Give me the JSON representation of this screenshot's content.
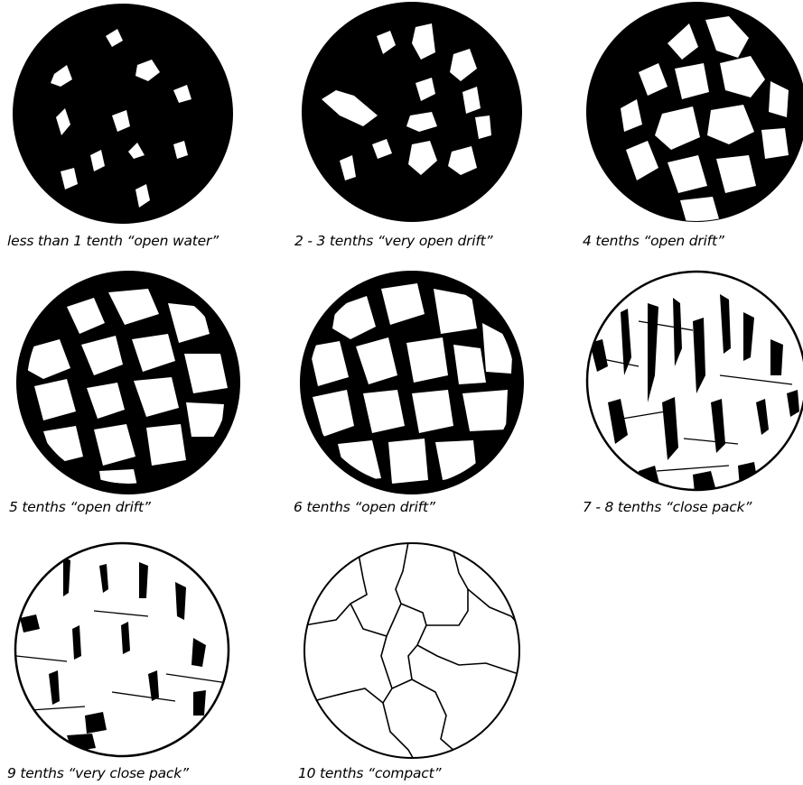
{
  "panels": [
    {
      "caption": "less than 1 tenth “open water”",
      "tenths": "<1"
    },
    {
      "caption": "2 - 3 tenths “very open drift”",
      "tenths": "2-3"
    },
    {
      "caption": "4 tenths “open drift”",
      "tenths": "4"
    },
    {
      "caption": "5 tenths “open drift”",
      "tenths": "5"
    },
    {
      "caption": "6 tenths “open drift”",
      "tenths": "6"
    },
    {
      "caption": "7 - 8 tenths “close pack”",
      "tenths": "7-8"
    },
    {
      "caption": "9 tenths “very close pack”",
      "tenths": "9"
    },
    {
      "caption": "10 tenths “compact”",
      "tenths": "10"
    }
  ],
  "colors": {
    "water": "#000000",
    "ice": "#ffffff"
  }
}
